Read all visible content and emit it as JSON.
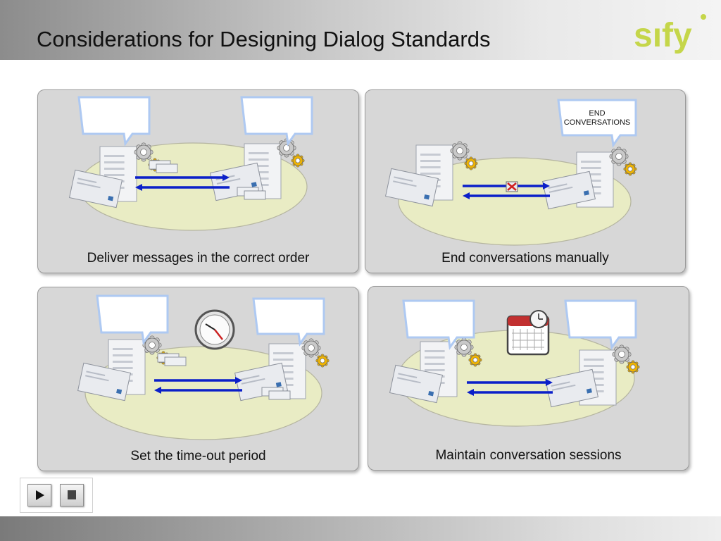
{
  "slide": {
    "title": "Considerations for Designing Dialog Standards",
    "logo_text": "sıfy",
    "brand_color": "#c5d64a"
  },
  "panels": [
    {
      "caption": "Deliver messages in the correct order",
      "bubble_text": ""
    },
    {
      "caption": "End conversations manually",
      "bubble_text": "END CONVERSATIONS"
    },
    {
      "caption": "Set the time-out period",
      "bubble_text": ""
    },
    {
      "caption": "Maintain conversation sessions",
      "bubble_text": ""
    }
  ],
  "panel_icons": [
    "gear-icon",
    "envelope-icon",
    "document-icon",
    "stop-message-icon",
    "clock-icon",
    "calendar-icon"
  ],
  "controls": {
    "play": "play-icon",
    "stop": "stop-icon"
  },
  "colors": {
    "arrow": "#0b1fc9",
    "panel_bg": "#d7d7d7",
    "ellipse": "#e9ecc4",
    "gear_yellow": "#f0b400"
  }
}
